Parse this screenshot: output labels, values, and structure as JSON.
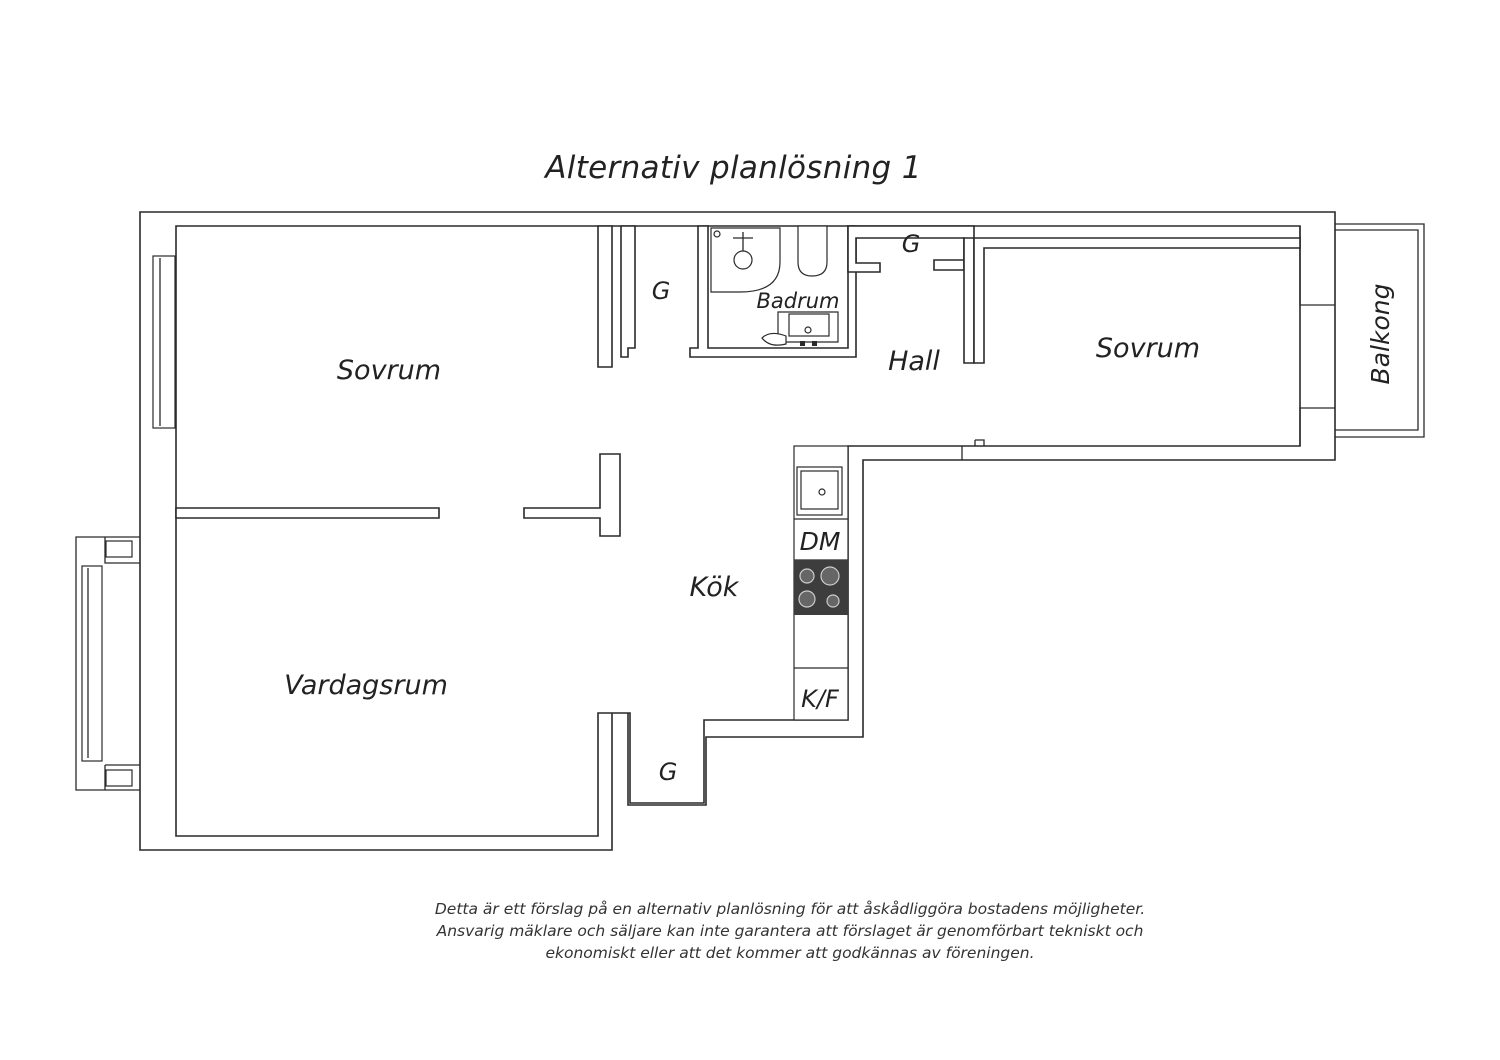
{
  "title": "Alternativ planlösning 1",
  "rooms": {
    "sovrum_left": "Sovrum",
    "sovrum_right": "Sovrum",
    "vardagsrum": "Vardagsrum",
    "kok": "Kök",
    "hall": "Hall",
    "badrum": "Badrum",
    "balkong": "Balkong",
    "garderob_top_left": "G",
    "garderob_top_right": "G",
    "garderob_bottom": "G"
  },
  "appliances": {
    "dishwasher": "DM",
    "fridge_freezer": "K/F"
  },
  "disclaimer": [
    "Detta är ett förslag på en alternativ planlösning för att åskådliggöra bostadens möjligheter.",
    "Ansvarig mäklare och säljare kan inte garantera att förslaget är genomförbart tekniskt och",
    "ekonomiskt eller att det kommer att godkännas av föreningen."
  ],
  "colors": {
    "wall_stroke": "#2a2a2a",
    "stove_fill": "#3d3d3d",
    "background": "#ffffff"
  }
}
